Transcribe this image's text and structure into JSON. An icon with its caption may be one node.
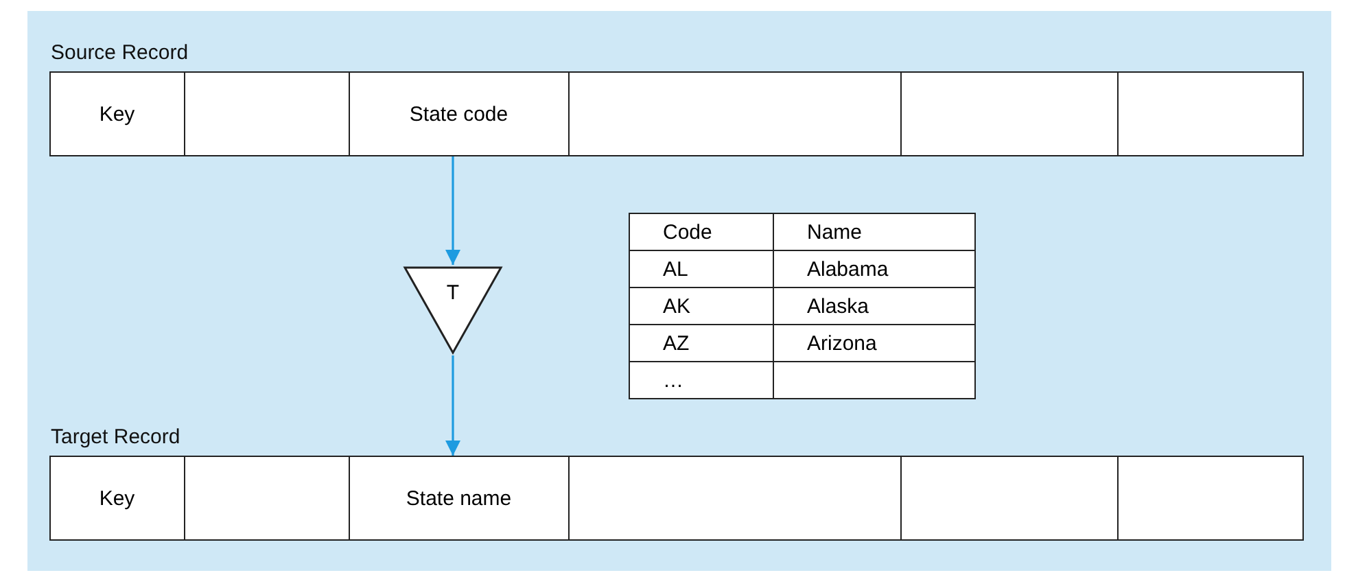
{
  "diagram": {
    "nodes": [
      {
        "text": [
          "Source Record"
        ]
      },
      {
        "text": [
          "Key"
        ],
        "in": 0
      },
      {
        "text": [],
        "shape": "box",
        "in": 0
      },
      {
        "text": [
          "State code"
        ],
        "in": 0
      },
      {
        "text": [],
        "shape": "box",
        "in": 0
      },
      {
        "text": [],
        "shape": "box",
        "in": 0
      },
      {
        "text": [],
        "shape": "box",
        "in": 0
      },
      {
        "text": [
          "T"
        ]
      },
      {
        "text": [
          "Target Record"
        ]
      },
      {
        "text": [
          "Key"
        ],
        "in": 8
      },
      {
        "text": [],
        "shape": "box",
        "in": 8
      },
      {
        "text": [
          "State name"
        ],
        "in": 8
      },
      {
        "text": [],
        "shape": "box",
        "in": 8
      },
      {
        "text": [],
        "shape": "box",
        "in": 8
      },
      {
        "text": [],
        "shape": "box",
        "in": 8
      }
    ],
    "edges": [
      {
        "from": 3,
        "to": 7,
        "arrow": "to"
      },
      {
        "from": 7,
        "to": 11,
        "arrow": "to"
      }
    ],
    "labels": [
      "Code",
      "Name",
      "AL",
      "Alabama",
      "AK",
      "Alaska",
      "AZ",
      "Arizona",
      "…"
    ]
  }
}
